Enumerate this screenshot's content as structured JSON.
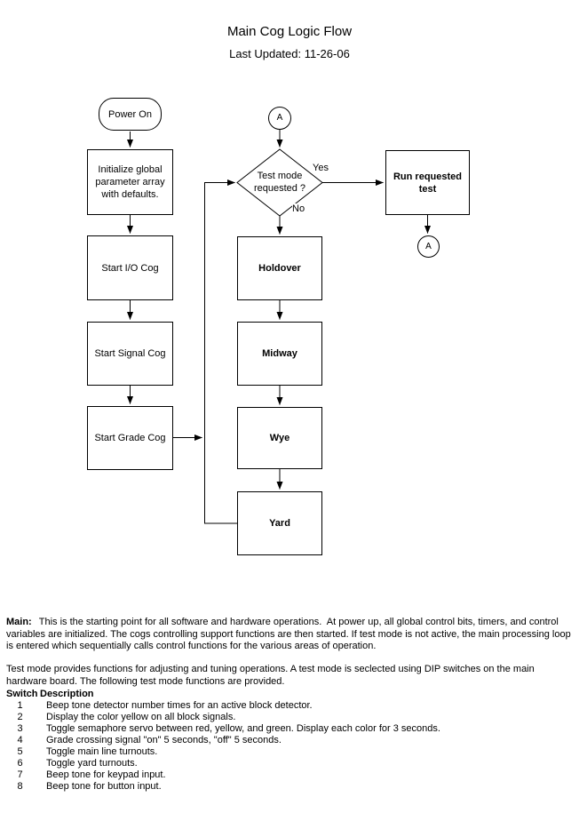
{
  "page": {
    "title": "Main Cog Logic Flow",
    "subtitle": "Last Updated: 11-26-06"
  },
  "flowchart": {
    "power_on": "Power On",
    "init": "Initialize global parameter array with defaults.",
    "start_io": "Start I/O Cog",
    "start_signal": "Start Signal Cog",
    "start_grade": "Start Grade Cog",
    "connector_top": "A",
    "decision": "Test mode requested ?",
    "yes_label": "Yes",
    "no_label": "No",
    "run_test": "Run requested test",
    "connector_right": "A",
    "holdover": "Holdover",
    "midway": "Midway",
    "wye": "Wye",
    "yard": "Yard"
  },
  "notes": {
    "main_label": "Main:",
    "main_text": "This is the starting point for all software and hardware operations.  At power up, all global control bits, timers, and control variables are initialized. The cogs controlling support functions are then started. If test mode is not active, the main processing loop is entered which sequentially calls control functions for the various areas of operation.",
    "test_mode_text": "Test mode provides functions for adjusting and tuning operations. A test mode is seclected using DIP switches on the main hardware board. The following test mode functions are provided."
  },
  "switch_table": {
    "header_switch": "Switch",
    "header_description": "Description",
    "rows": [
      {
        "switch": "1",
        "description": "Beep tone detector number times for an active block detector."
      },
      {
        "switch": "2",
        "description": "Display the color yellow on all block signals."
      },
      {
        "switch": "3",
        "description": "Toggle semaphore servo between red, yellow, and green. Display each color for 3 seconds."
      },
      {
        "switch": "4",
        "description": "Grade crossing signal \"on\" 5 seconds, \"off\" 5 seconds."
      },
      {
        "switch": "5",
        "description": "Toggle main line turnouts."
      },
      {
        "switch": "6",
        "description": "Toggle yard turnouts."
      },
      {
        "switch": "7",
        "description": "Beep tone for keypad input."
      },
      {
        "switch": "8",
        "description": "Beep tone for button input."
      }
    ]
  },
  "colors": {
    "line": "#000000",
    "background": "#ffffff",
    "text": "#000000"
  }
}
